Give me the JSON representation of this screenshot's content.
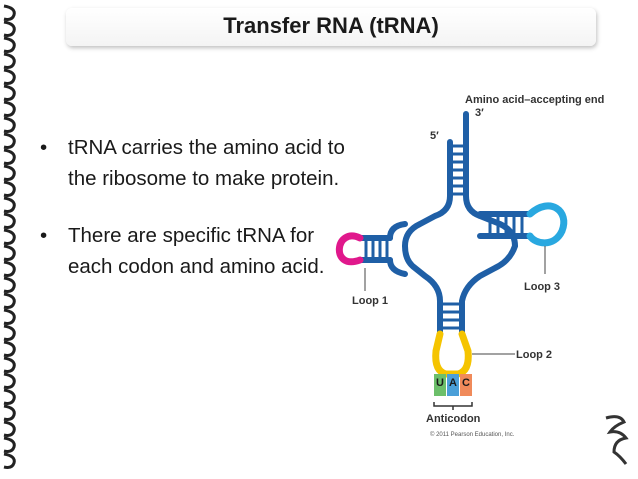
{
  "slide": {
    "title": "Transfer RNA (tRNA)",
    "bullets": [
      "tRNA carries the amino acid to the ribosome to make protein.",
      "There are specific tRNA for each codon and amino acid."
    ],
    "bullet_symbol": "•"
  },
  "diagram": {
    "labels": {
      "acceptor_end": "Amino acid–accepting end",
      "three_prime": "3′",
      "five_prime": "5′",
      "loop1": "Loop 1",
      "loop2": "Loop 2",
      "loop3": "Loop 3",
      "anticodon": "Anticodon",
      "copyright": "© 2011 Pearson Education, Inc."
    },
    "anticodon_bases": [
      "U",
      "A",
      "C"
    ],
    "colors": {
      "backbone": "#1f5fa6",
      "loop1": "#e0188c",
      "loop2": "#f5c400",
      "loop3": "#29a8e0",
      "base_u": "#6cbf6a",
      "base_a": "#4a9fd8",
      "base_c": "#f08a5a"
    }
  }
}
